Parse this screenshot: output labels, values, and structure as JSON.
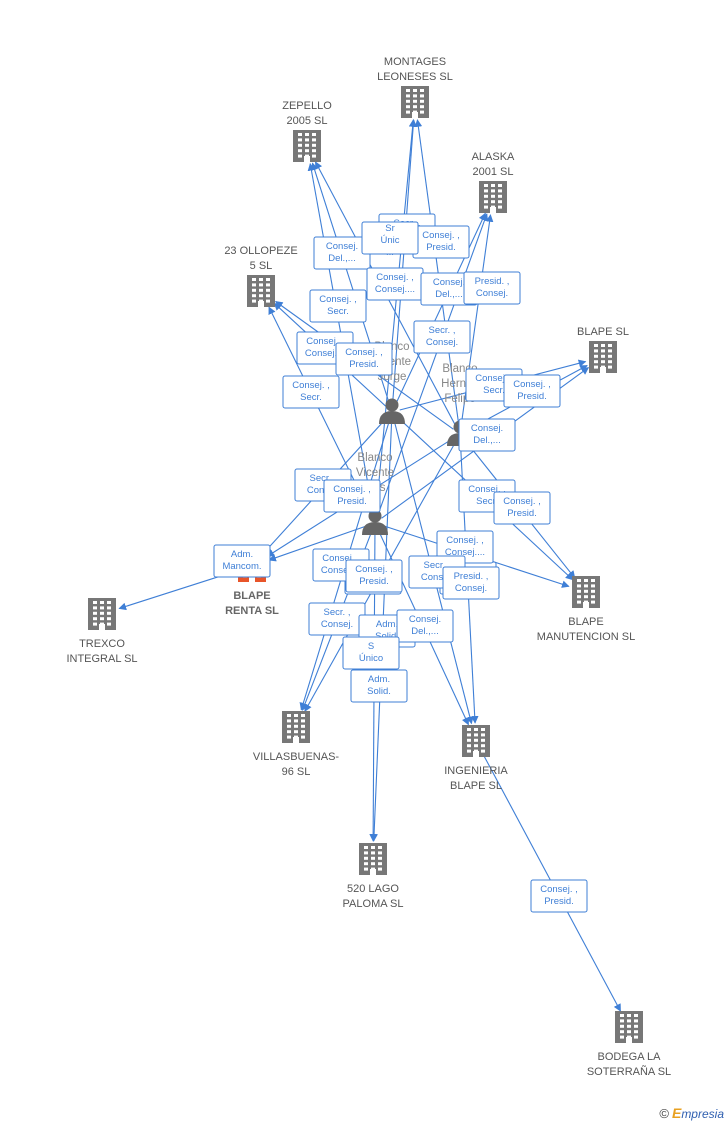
{
  "colors": {
    "edge": "#3f7fd6",
    "building": "#777777",
    "main": "#e8552a",
    "person": "#666666"
  },
  "companies": [
    {
      "id": "montages",
      "lines": [
        "MONTAGES",
        "LEONESES SL"
      ],
      "main": false
    },
    {
      "id": "zepello",
      "lines": [
        "ZEPELLO",
        "2005 SL"
      ],
      "main": false
    },
    {
      "id": "alaska",
      "lines": [
        "ALASKA",
        "2001 SL"
      ],
      "main": false
    },
    {
      "id": "ollopeze",
      "lines": [
        "23 OLLOPEZE",
        "5 SL"
      ],
      "main": false
    },
    {
      "id": "blapesl",
      "lines": [
        "BLAPE SL"
      ],
      "main": false
    },
    {
      "id": "blaperenta",
      "lines": [
        "BLAPE",
        "RENTA SL"
      ],
      "main": true
    },
    {
      "id": "trexco",
      "lines": [
        "TREXCO",
        "INTEGRAL SL"
      ],
      "main": false
    },
    {
      "id": "manutencion",
      "lines": [
        "BLAPE",
        "MANUTENCION SL"
      ],
      "main": false
    },
    {
      "id": "villasbuenas",
      "lines": [
        "VILLASBUENAS-",
        "96 SL"
      ],
      "main": false
    },
    {
      "id": "ingenieria",
      "lines": [
        "INGENIERIA",
        "BLAPE SL"
      ],
      "main": false
    },
    {
      "id": "lagopaloma",
      "lines": [
        "520 LAGO",
        "PALOMA SL"
      ],
      "main": false
    },
    {
      "id": "bodega",
      "lines": [
        "BODEGA LA",
        "SOTERRAÑA SL"
      ],
      "main": false
    }
  ],
  "persons": [
    {
      "id": "p1",
      "lines": [
        "Blanco",
        "Vicente",
        "Jorge"
      ]
    },
    {
      "id": "p2",
      "lines": [
        "Blanco",
        "Hernan",
        "Felipe"
      ]
    },
    {
      "id": "p3",
      "lines": [
        "Blanco",
        "Vicente",
        "Luis"
      ]
    }
  ],
  "edges": [
    {
      "from": "p1",
      "to": "montages"
    },
    {
      "from": "p1",
      "to": "zepello"
    },
    {
      "from": "p1",
      "to": "ollopeze"
    },
    {
      "from": "p1",
      "to": "alaska"
    },
    {
      "from": "p1",
      "to": "blapesl"
    },
    {
      "from": "p1",
      "to": "manutencion"
    },
    {
      "from": "p1",
      "to": "ingenieria"
    },
    {
      "from": "p1",
      "to": "villasbuenas"
    },
    {
      "from": "p1",
      "to": "lagopaloma"
    },
    {
      "from": "p1",
      "to": "blaperenta"
    },
    {
      "from": "p2",
      "to": "montages"
    },
    {
      "from": "p2",
      "to": "zepello"
    },
    {
      "from": "p2",
      "to": "alaska"
    },
    {
      "from": "p2",
      "to": "blapesl"
    },
    {
      "from": "p2",
      "to": "manutencion"
    },
    {
      "from": "p2",
      "to": "ingenieria"
    },
    {
      "from": "p2",
      "to": "villasbuenas"
    },
    {
      "from": "p2",
      "to": "blaperenta"
    },
    {
      "from": "p2",
      "to": "ollopeze"
    },
    {
      "from": "p3",
      "to": "montages"
    },
    {
      "from": "p3",
      "to": "zepello"
    },
    {
      "from": "p3",
      "to": "ollopeze"
    },
    {
      "from": "p3",
      "to": "alaska"
    },
    {
      "from": "p3",
      "to": "blaperenta"
    },
    {
      "from": "p3",
      "to": "manutencion"
    },
    {
      "from": "p3",
      "to": "ingenieria"
    },
    {
      "from": "p3",
      "to": "villasbuenas"
    },
    {
      "from": "p3",
      "to": "lagopaloma"
    },
    {
      "from": "p3",
      "to": "blapesl"
    },
    {
      "from": "blaperenta",
      "to": "trexco"
    },
    {
      "from": "ingenieria",
      "to": "bodega"
    }
  ],
  "role_boxes": [
    {
      "lines": [
        "Secr. ,",
        "Consej."
      ]
    },
    {
      "lines": [
        "Consej. ,",
        "Presid."
      ]
    },
    {
      "lines": [
        "Consej.",
        "Del.,..."
      ]
    },
    {
      "lines": [
        "Sr",
        "Únic",
        "..."
      ]
    },
    {
      "lines": [
        "Consej. ,",
        "Consej...."
      ]
    },
    {
      "lines": [
        "Consej.",
        "Del.,..."
      ]
    },
    {
      "lines": [
        "Presid. ,",
        "Consej."
      ]
    },
    {
      "lines": [
        "Consej. ,",
        "Secr."
      ]
    },
    {
      "lines": [
        "Secr. ,",
        "Consej."
      ]
    },
    {
      "lines": [
        "Consej. ,",
        "Consej...."
      ]
    },
    {
      "lines": [
        "Consej. ,",
        "Presid."
      ]
    },
    {
      "lines": [
        "Consej. ,",
        "Secr."
      ]
    },
    {
      "lines": [
        "Consej. ,",
        "Secr."
      ]
    },
    {
      "lines": [
        "Consej. ,",
        "Presid."
      ]
    },
    {
      "lines": [
        "Consej.",
        "Del.,..."
      ]
    },
    {
      "lines": [
        "Secr. ,",
        "Consej."
      ]
    },
    {
      "lines": [
        "Consej. ,",
        "Presid."
      ]
    },
    {
      "lines": [
        "Consej. ,",
        "Secr."
      ]
    },
    {
      "lines": [
        "Consej. ,",
        "Presid."
      ]
    },
    {
      "lines": [
        "Consej. ,",
        "Consej."
      ]
    },
    {
      "lines": [
        "Consej. ,",
        "Presid."
      ]
    },
    {
      "lines": [
        "Consej. ,",
        "Consej...."
      ]
    },
    {
      "lines": [
        "Consej. ,",
        "Consej...."
      ]
    },
    {
      "lines": [
        "Consej. ,",
        "Presid."
      ]
    },
    {
      "lines": [
        "Secr. ,",
        "Consej."
      ]
    },
    {
      "lines": [
        "Presid. ,",
        "Consej."
      ]
    },
    {
      "lines": [
        "Adm.",
        "Mancom."
      ]
    },
    {
      "lines": [
        "Secr. ,",
        "Consej."
      ]
    },
    {
      "lines": [
        "Adm.",
        "Solid."
      ]
    },
    {
      "lines": [
        "Consej.",
        "Del.,..."
      ]
    },
    {
      "lines": [
        "S",
        "Único"
      ]
    },
    {
      "lines": [
        "Adm.",
        "Solid."
      ]
    },
    {
      "lines": [
        "Consej. ,",
        "Presid."
      ]
    }
  ],
  "footer": {
    "copyright": "©",
    "brand_first": "E",
    "brand_rest": "mpresia"
  }
}
